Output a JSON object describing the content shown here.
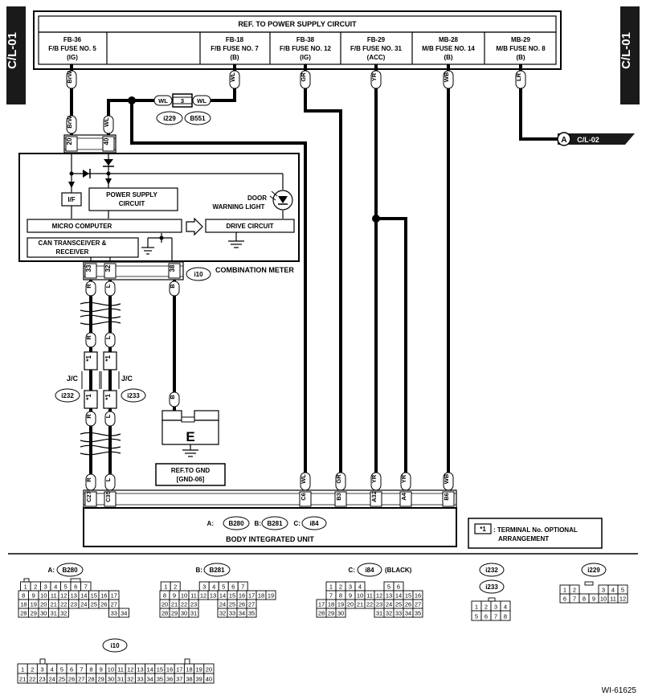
{
  "page_code_left": "C/L-01",
  "page_code_right": "C/L-01",
  "power_ref_title": "REF. TO POWER SUPPLY CIRCUIT",
  "fuses": [
    {
      "id": "FB-36",
      "name": "F/B FUSE NO. 5",
      "state": "(IG)"
    },
    {
      "id": "FB-18",
      "name": "F/B FUSE NO. 7",
      "state": "(B)"
    },
    {
      "id": "FB-38",
      "name": "F/B FUSE NO. 12",
      "state": "(IG)"
    },
    {
      "id": "FB-29",
      "name": "F/B FUSE NO. 31",
      "state": "(ACC)"
    },
    {
      "id": "MB-28",
      "name": "M/B FUSE NO. 14",
      "state": "(B)"
    },
    {
      "id": "MB-29",
      "name": "M/B FUSE NO. 8",
      "state": "(B)"
    }
  ],
  "wire_colors": {
    "fuse5": "BrW",
    "fuse7": "WL",
    "fuse12": "GR",
    "fuse31": "YR",
    "fuse14": "WB",
    "fuse8": "LR",
    "joint_left": "WL",
    "joint_right": "WL",
    "joint_pin": "3",
    "meter20": "BrW",
    "meter40": "WL",
    "can_h": "R",
    "can_l": "L",
    "gnd": "B",
    "biu_c6": "WL",
    "biu_b3": "GR",
    "biu_a32": "YR",
    "biu_a4": "YR",
    "biu_b6": "WB"
  },
  "connectors": {
    "i229": "i229",
    "b551": "B551",
    "i10": "i10",
    "i232": "i232",
    "i233": "i233",
    "b280": "B280",
    "b281": "B281",
    "i84": "i84"
  },
  "offpage": {
    "letter": "A",
    "code": "C/L-02"
  },
  "meter_pins": {
    "p20": "20",
    "p40": "40",
    "p33": "33",
    "p32": "32",
    "p38": "38"
  },
  "meter_blocks": {
    "if": "I/F",
    "power_supply_1": "POWER SUPPLY",
    "power_supply_2": "CIRCUIT",
    "door_1": "DOOR",
    "door_2": "WARNING LIGHT",
    "micro": "MICRO COMPUTER",
    "drive": "DRIVE CIRCUIT",
    "can_1": "CAN TRANSCEIVER &",
    "can_2": "RECEIVER"
  },
  "combination_meter": "COMBINATION METER",
  "jc": "J/C",
  "star1": "*1",
  "ground": {
    "label": "E",
    "ref_1": "REF.TO GND",
    "ref_2": "[GND-06]"
  },
  "biu_pins": {
    "c27": "C27",
    "c35": "C35",
    "c6": "C6",
    "b3": "B3",
    "a32": "A32",
    "a4": "A4",
    "b6": "B6"
  },
  "biu_connectors": {
    "a": "A:",
    "b": "B:",
    "c": "C:"
  },
  "biu_title": "BODY INTEGRATED UNIT",
  "legend": {
    "star": "*1",
    "line1": ": TERMINAL No. OPTIONAL",
    "line2": "ARRANGEMENT"
  },
  "connector_views": {
    "a_prefix": "A:",
    "b_prefix": "B:",
    "c_prefix": "C:",
    "c_suffix": "(BLACK)",
    "b280_rows": [
      [
        "1",
        "2",
        "3",
        "4",
        "5",
        "6",
        "7"
      ],
      [
        "8",
        "9",
        "10",
        "11",
        "12",
        "13",
        "14",
        "15",
        "16",
        "17"
      ],
      [
        "18",
        "19",
        "20",
        "21",
        "22",
        "23",
        "24",
        "25",
        "26",
        "27"
      ],
      [
        "28",
        "29",
        "30",
        "31",
        "32",
        "33",
        "34"
      ]
    ],
    "b281_rows": [
      [
        "1",
        "2",
        "3",
        "4",
        "5",
        "6",
        "7"
      ],
      [
        "8",
        "9",
        "10",
        "11",
        "12",
        "13",
        "14",
        "15",
        "16",
        "17",
        "18",
        "19"
      ],
      [
        "20",
        "21",
        "22",
        "23",
        "24",
        "25",
        "26",
        "27"
      ],
      [
        "28",
        "29",
        "30",
        "31",
        "32",
        "33",
        "34",
        "35"
      ]
    ],
    "i84_rows": [
      [
        "1",
        "2",
        "3",
        "4",
        "5",
        "6"
      ],
      [
        "7",
        "8",
        "9",
        "10",
        "11",
        "12",
        "13",
        "14",
        "15",
        "16"
      ],
      [
        "17",
        "18",
        "19",
        "20",
        "21",
        "22",
        "23",
        "24",
        "25",
        "26",
        "27"
      ],
      [
        "28",
        "29",
        "30",
        "31",
        "32",
        "33",
        "34",
        "35"
      ]
    ],
    "i232_rows": [
      [
        "1",
        "2",
        "3",
        "4"
      ],
      [
        "5",
        "6",
        "7",
        "8"
      ]
    ],
    "i229_rows": [
      [
        "1",
        "2",
        "3",
        "4",
        "5"
      ],
      [
        "6",
        "7",
        "8",
        "9",
        "10",
        "11",
        "12"
      ]
    ],
    "i10_rows": [
      [
        "1",
        "2",
        "3",
        "4",
        "5",
        "6",
        "7",
        "8",
        "9",
        "10",
        "11",
        "12",
        "13",
        "14",
        "15",
        "16",
        "17",
        "18",
        "19",
        "20"
      ],
      [
        "21",
        "22",
        "23",
        "24",
        "25",
        "26",
        "27",
        "28",
        "29",
        "30",
        "31",
        "32",
        "33",
        "34",
        "35",
        "36",
        "37",
        "38",
        "39",
        "40"
      ]
    ]
  },
  "doc_code": "WI-61625"
}
